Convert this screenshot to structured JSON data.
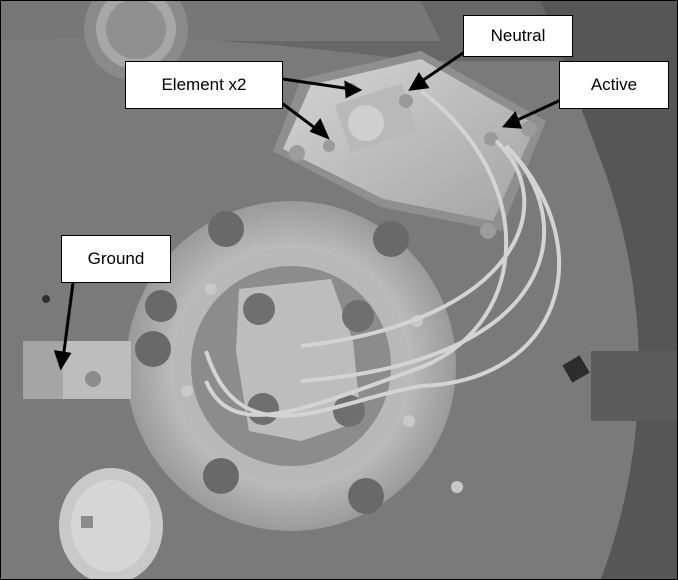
{
  "labels": {
    "neutral": "Neutral",
    "element": "Element x2",
    "active": "Active",
    "ground": "Ground"
  },
  "colors": {
    "background": "#6f6f6f",
    "metal_light": "#c8c8c8",
    "metal_mid": "#a9a9a9",
    "label_fill": "#ffffff",
    "line": "#000000"
  }
}
